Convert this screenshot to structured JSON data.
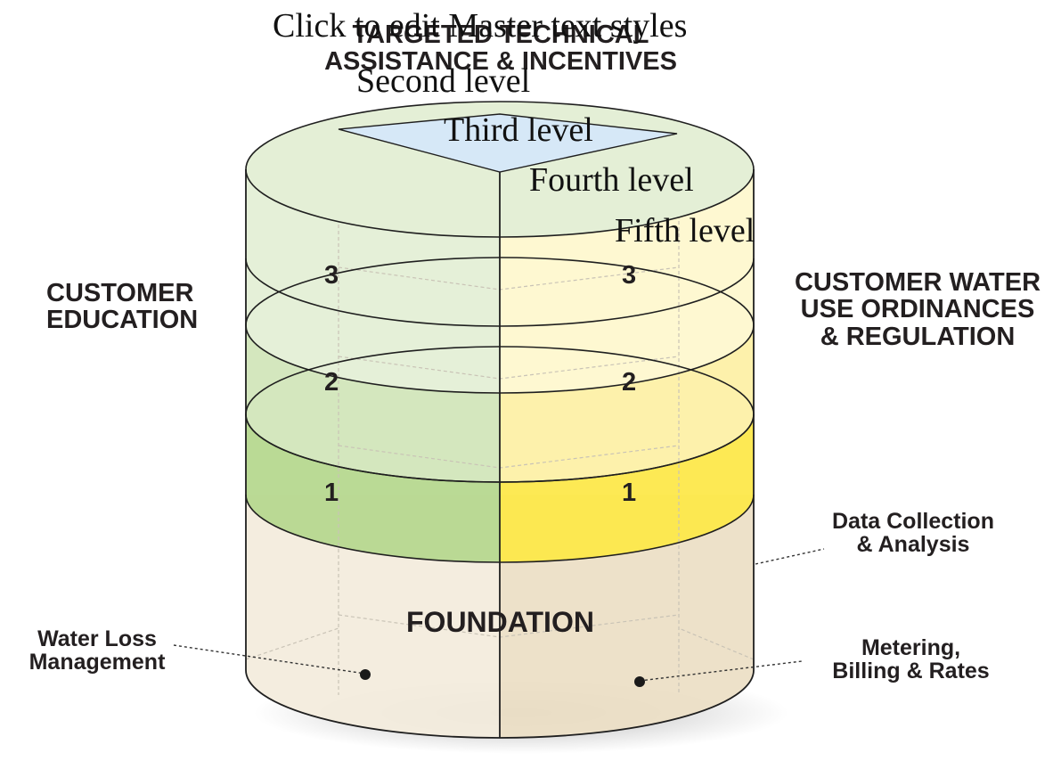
{
  "diagram": {
    "top_label": "TARGETED TECHNICAL\nASSISTANCE & INCENTIVES",
    "left_label": "CUSTOMER\nEDUCATION",
    "right_label": "CUSTOMER WATER\nUSE ORDINANCES\n& REGULATION",
    "foundation_label": "FOUNDATION",
    "level_numbers": {
      "left": [
        "3",
        "2",
        "1"
      ],
      "right": [
        "3",
        "2",
        "1"
      ]
    },
    "callouts": {
      "data_collection": "Data Collection\n& Analysis",
      "water_loss": "Water Loss\nManagement",
      "metering": "Metering,\nBilling & Rates"
    },
    "colors": {
      "left_tier_1": "#b6d88f",
      "left_tier_2": "#d2e6bb",
      "left_tier_3": "#e4efd6",
      "right_tier_1": "#fde84b",
      "right_tier_2": "#fdf0a6",
      "right_tier_3": "#fef8cf",
      "top_triangle": "#d6e8f7",
      "foundation_left": "#f3ecdd",
      "foundation_right": "#ecdfc6"
    }
  },
  "placeholder": {
    "line1": "Click to edit Master text styles",
    "line2": "Second level",
    "line3": "Third level",
    "line4": "Fourth level",
    "line5": "Fifth level"
  }
}
